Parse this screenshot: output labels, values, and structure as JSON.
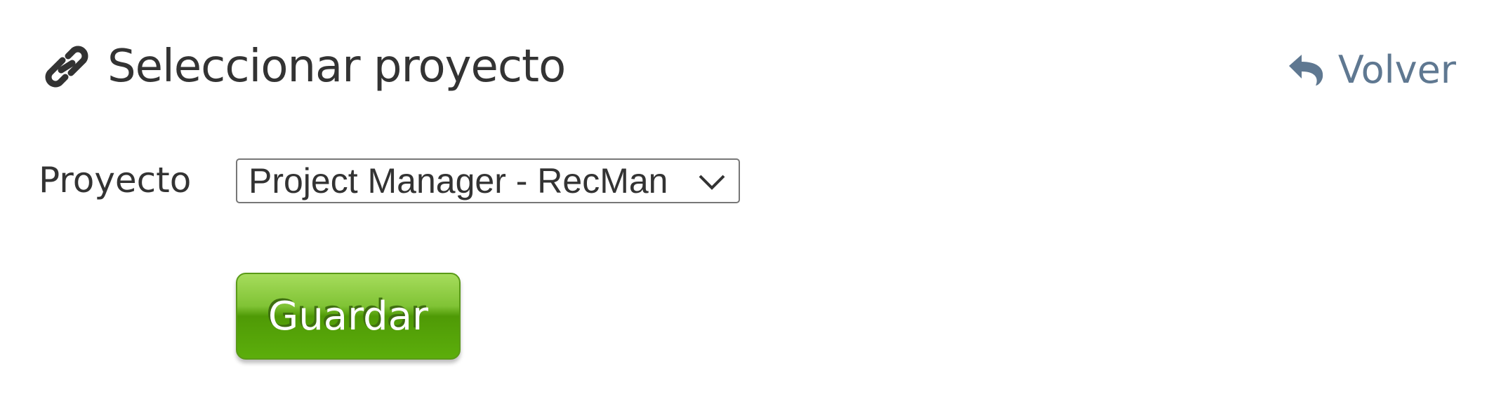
{
  "header": {
    "title": "Seleccionar proyecto",
    "title_icon": "link-icon",
    "back_label": "Volver",
    "back_icon": "reply-icon"
  },
  "form": {
    "project_label": "Proyecto",
    "project_value": "Project Manager - RecMan",
    "save_label": "Guardar"
  },
  "colors": {
    "accent": "#5f7891",
    "button": "#5cae0b",
    "text": "#333333"
  }
}
